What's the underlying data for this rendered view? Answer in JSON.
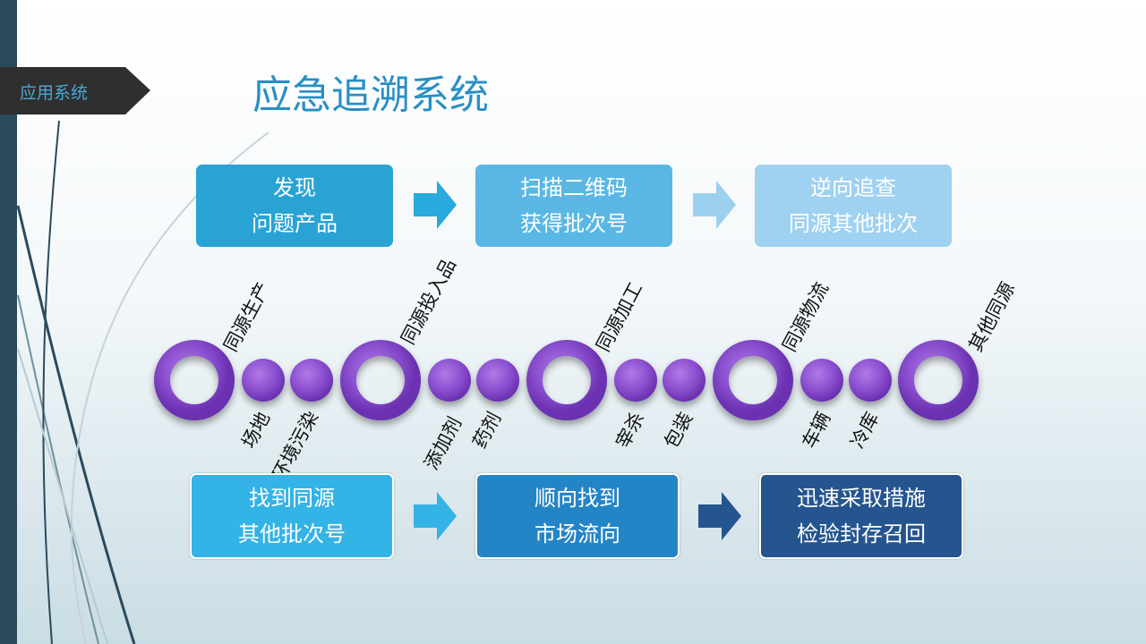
{
  "section": {
    "label": "应用系统"
  },
  "title": "应急追溯系统",
  "top_flow": [
    {
      "line1": "发现",
      "line2": "问题产品",
      "color": "#29a3d4"
    },
    {
      "line1": "扫描二维码",
      "line2": "获得批次号",
      "color": "#5ab7e3"
    },
    {
      "line1": "逆向追查",
      "line2": "同源其他批次",
      "color": "#9fd1f0"
    }
  ],
  "top_arrow_colors": [
    "#29a9dc",
    "#9bd0ef"
  ],
  "bottom_flow": [
    {
      "line1": "找到同源",
      "line2": "其他批次号",
      "color": "#33b3e6"
    },
    {
      "line1": "顺向找到",
      "line2": "市场流向",
      "color": "#2485c6"
    },
    {
      "line1": "迅速采取措施",
      "line2": "检验封存召回",
      "color": "#25558f"
    }
  ],
  "bottom_arrow_colors": [
    "#33b3e6",
    "#25558f"
  ],
  "chain_color": "#8a4fcf",
  "upper_labels": [
    "同源生产",
    "同源投入品",
    "同源加工",
    "同源物流",
    "其他同源"
  ],
  "lower_labels": [
    "场地",
    "环境污染",
    "添加剂",
    "药剂",
    "宰杀",
    "包装",
    "车辆",
    "冷库"
  ]
}
